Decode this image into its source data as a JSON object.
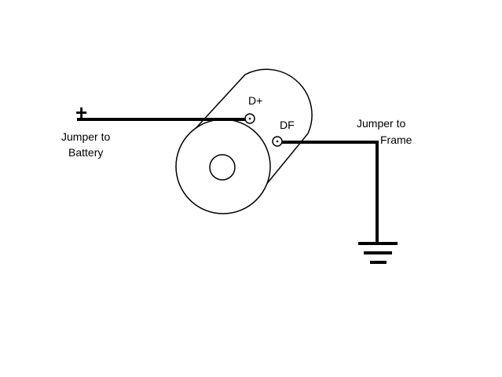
{
  "labels": {
    "plus": "+",
    "battery_line1": "Jumper to",
    "battery_line2": "Battery",
    "d_plus": "D+",
    "df": "DF",
    "frame_line1": "Jumper to",
    "frame_line2": "Frame"
  },
  "colors": {
    "stroke": "#000000",
    "background": "#ffffff"
  }
}
